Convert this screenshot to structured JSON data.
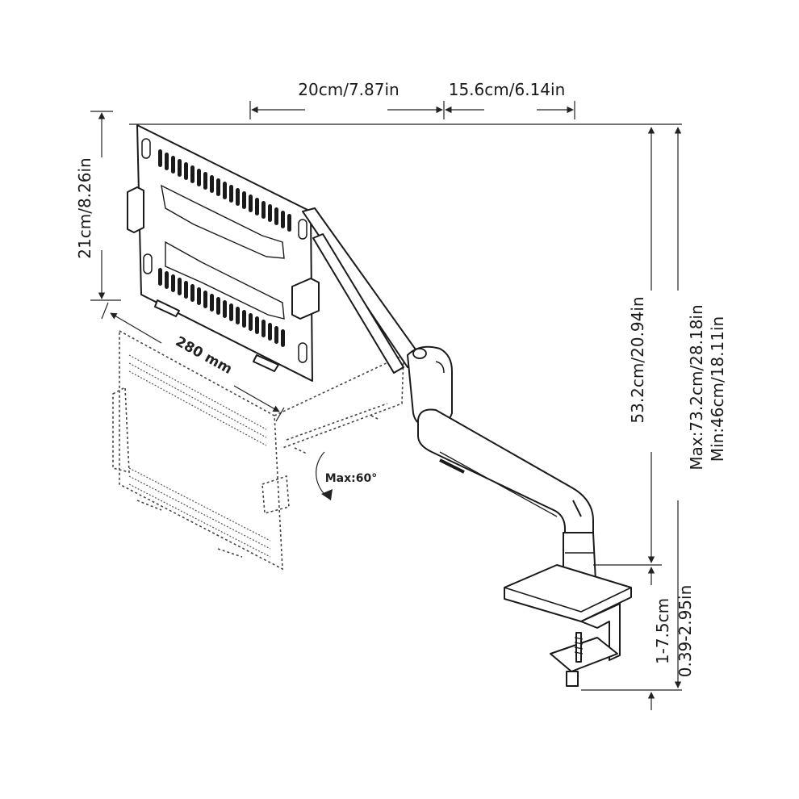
{
  "dimensions": {
    "top_left": "20cm/7.87in",
    "top_right": "15.6cm/6.14in",
    "tray_height": "21cm/8.26in",
    "tray_width": "280 mm",
    "arm_height": "53.2cm/20.94in",
    "total_height_max": "Max:73.2cm/28.18in",
    "total_height_min": "Min:46cm/18.11in",
    "clamp_range_cm": "1-7.5cm",
    "clamp_range_in": "0.39-2.95in"
  },
  "rotation": {
    "label": "Max:60°"
  }
}
